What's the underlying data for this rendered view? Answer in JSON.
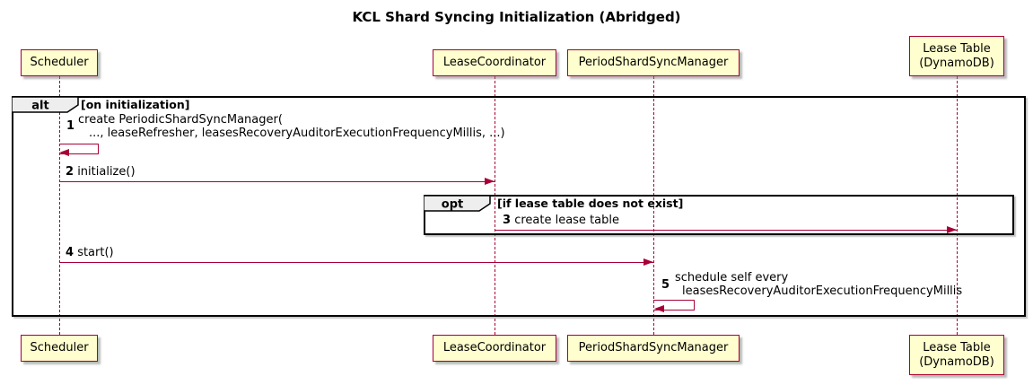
{
  "title": "KCL Shard Syncing Initialization (Abridged)",
  "colors": {
    "participant_fill": "#FEFECE",
    "participant_border": "#A80036",
    "arrow_color": "#A80036",
    "frame_border": "#000000",
    "operator_fill": "#EEEEEE"
  },
  "participants": {
    "scheduler": {
      "label": "Scheduler"
    },
    "lease_coordinator": {
      "label": "LeaseCoordinator"
    },
    "period_shard_sync_manager": {
      "label": "PeriodShardSyncManager"
    },
    "lease_table": {
      "label": "Lease Table",
      "label2": "(DynamoDB)"
    }
  },
  "frames": {
    "alt": {
      "operator": "alt",
      "guard": "[on initialization]"
    },
    "opt": {
      "operator": "opt",
      "guard": "[if lease table does not exist]"
    }
  },
  "messages": {
    "m1": {
      "num": "1",
      "line1": "create PeriodicShardSyncManager(",
      "line2": "..., leaseRefresher, leasesRecoveryAuditorExecutionFrequencyMillis, ...)"
    },
    "m2": {
      "num": "2",
      "text": "initialize()"
    },
    "m3": {
      "num": "3",
      "text": "create lease table"
    },
    "m4": {
      "num": "4",
      "text": "start()"
    },
    "m5": {
      "num": "5",
      "line1": "schedule self every",
      "line2": "leasesRecoveryAuditorExecutionFrequencyMillis"
    }
  }
}
